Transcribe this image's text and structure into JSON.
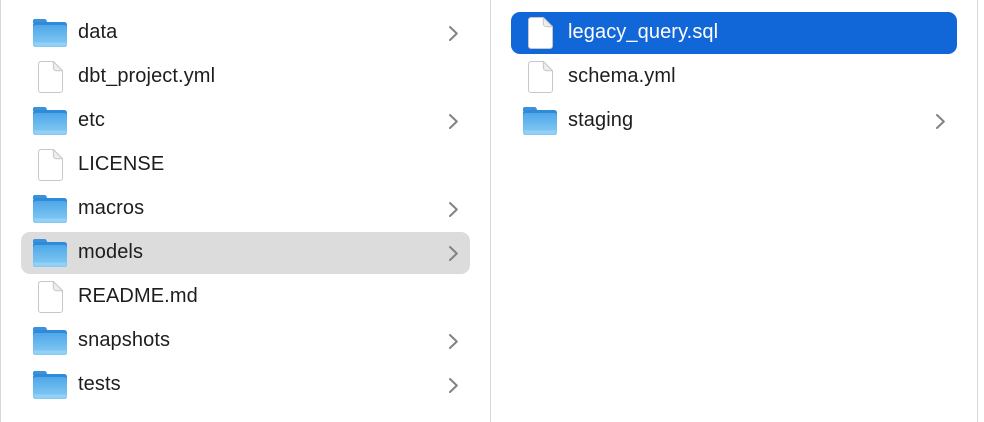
{
  "app": {
    "view": "finder-column-browser"
  },
  "colors": {
    "selection_blue": "#1267d8",
    "selection_gray": "#dcdcdc",
    "separator": "#d8d8d8",
    "text": "#1d1d1f",
    "text_selected": "#ffffff",
    "chevron": "#828282",
    "folder_tab": "#3a92dd",
    "folder_top": "#2f8bd9",
    "folder_body_light": "#87ccf4",
    "folder_body_dark": "#4fa7e9",
    "file_outline": "#c7c7c7",
    "file_fold": "#ededed"
  },
  "columns": [
    {
      "name": "left-column",
      "items": [
        {
          "label": "data",
          "type": "folder",
          "icon": "folder-icon",
          "has_chevron": true,
          "selected": "none"
        },
        {
          "label": "dbt_project.yml",
          "type": "file",
          "icon": "document-icon",
          "has_chevron": false,
          "selected": "none"
        },
        {
          "label": "etc",
          "type": "folder",
          "icon": "folder-icon",
          "has_chevron": true,
          "selected": "none"
        },
        {
          "label": "LICENSE",
          "type": "file",
          "icon": "document-icon",
          "has_chevron": false,
          "selected": "none"
        },
        {
          "label": "macros",
          "type": "folder",
          "icon": "folder-icon",
          "has_chevron": true,
          "selected": "none"
        },
        {
          "label": "models",
          "type": "folder",
          "icon": "folder-icon",
          "has_chevron": true,
          "selected": "inactive"
        },
        {
          "label": "README.md",
          "type": "file",
          "icon": "document-icon",
          "has_chevron": false,
          "selected": "none"
        },
        {
          "label": "snapshots",
          "type": "folder",
          "icon": "folder-icon",
          "has_chevron": true,
          "selected": "none"
        },
        {
          "label": "tests",
          "type": "folder",
          "icon": "folder-icon",
          "has_chevron": true,
          "selected": "none"
        }
      ]
    },
    {
      "name": "right-column",
      "items": [
        {
          "label": "legacy_query.sql",
          "type": "file",
          "icon": "document-icon",
          "has_chevron": false,
          "selected": "active"
        },
        {
          "label": "schema.yml",
          "type": "file",
          "icon": "document-icon",
          "has_chevron": false,
          "selected": "none"
        },
        {
          "label": "staging",
          "type": "folder",
          "icon": "folder-icon",
          "has_chevron": true,
          "selected": "none"
        }
      ]
    }
  ]
}
